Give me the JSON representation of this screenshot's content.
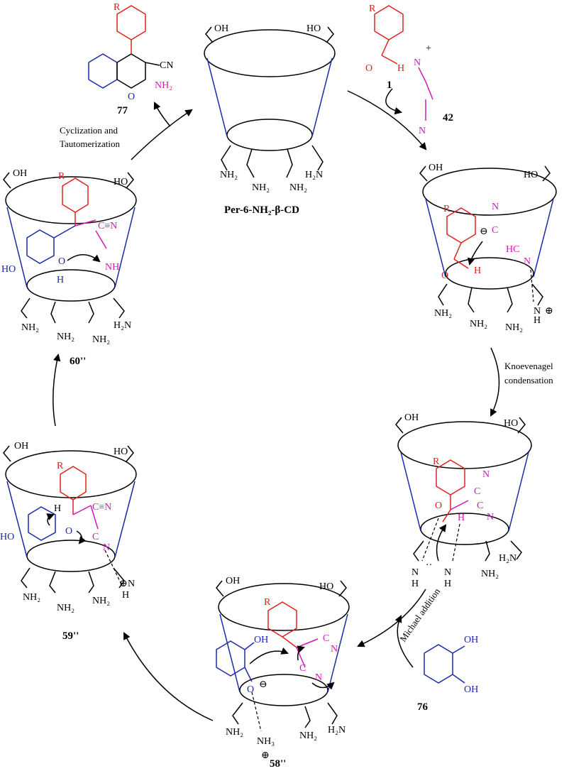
{
  "catalyst_label": "Per-6-NH₂-β-CD",
  "compounds": {
    "aldehyde": "1",
    "malononitrile": "42",
    "resorcinol": "76",
    "product": "77",
    "int58": "58''",
    "int59": "59''",
    "int60": "60''"
  },
  "steps": {
    "knoevenagel_1": "Knoevenagel",
    "knoevenagel_2": "condensation",
    "michael": "Michael addition",
    "cyclization_1": "Cyclization and",
    "cyclization_2": "Tautomerization"
  },
  "groups": {
    "oh": "OH",
    "ho": "HO",
    "nh2": "NH₂",
    "h2n": "H₂N",
    "nh3": "NH₃",
    "cn": "CN",
    "c_triple_n": "C≡N",
    "nh": "NH",
    "r": "R",
    "o": "O",
    "h": "H",
    "n": "N",
    "c": "C",
    "hc": "HC",
    "plus": "+",
    "plus_charge": "⊕",
    "minus_charge": "⊖",
    "lone_pair": "··"
  },
  "colors": {
    "cyclodextrin": "#1a2aa8",
    "aldehyde": "#e0201c",
    "malononitrile": "#d01ab5",
    "resorcinol": "#1a2aa8"
  }
}
